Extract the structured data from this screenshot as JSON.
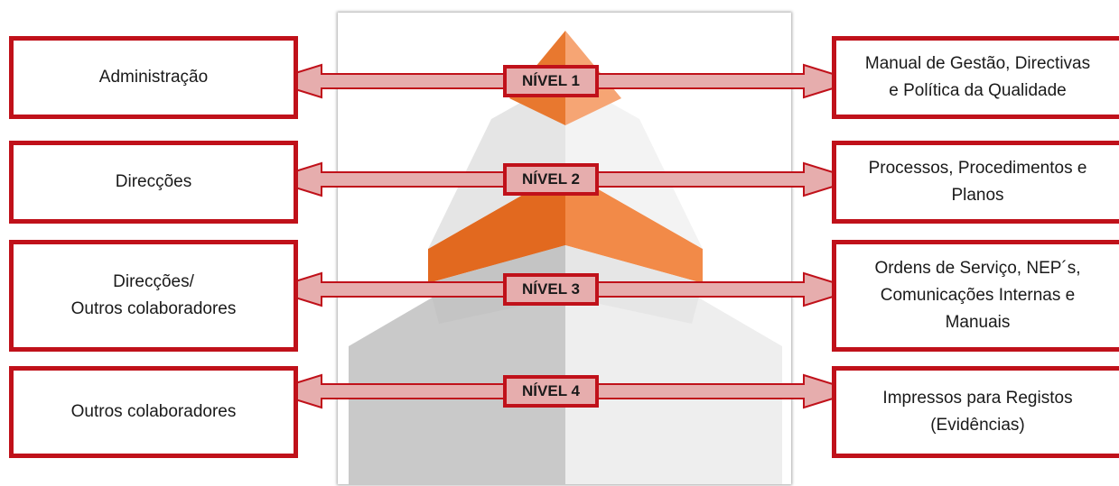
{
  "levels": [
    {
      "label": "NÍVEL 1",
      "left_text": "Administração",
      "right_text": "Manual de Gestão, Directivas\ne Política da Qualidade"
    },
    {
      "label": "NÍVEL 2",
      "left_text": "Direcções",
      "right_text": "Processos, Procedimentos e\nPlanos"
    },
    {
      "label": "NÍVEL 3",
      "left_text": "Direcções/\nOutros colaboradores",
      "right_text": "Ordens de Serviço, NEP´s,\nComunicações Internas e\nManuais"
    },
    {
      "label": "NÍVEL 4",
      "left_text": "Outros colaboradores",
      "right_text": "Impressos para Registos\n(Evidências)"
    }
  ],
  "colors": {
    "border": "#c0111a",
    "arrow_fill": "#e6adad",
    "orange_light": "#f4a06e",
    "orange_mid": "#f08a4b",
    "orange_dark": "#e06a25",
    "grey_light": "#e9e9e9",
    "grey_mid": "#d0d0d0",
    "grey_dark": "#bdbdbd"
  }
}
